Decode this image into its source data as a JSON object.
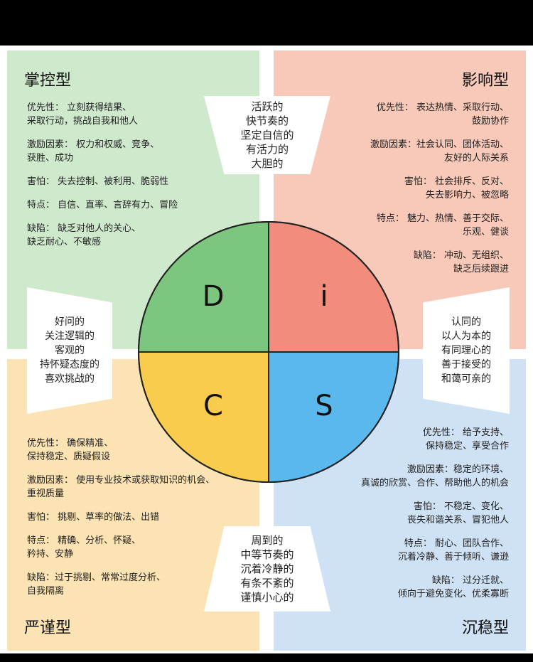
{
  "quadrants": {
    "d": {
      "title": "掌控型",
      "color": "#7cc67f",
      "blocks": [
        [
          "优先性： 立刻获得结果、",
          "采取行动，挑战自我和他人"
        ],
        [
          "激励因素： 权力和权威、竞争、",
          "获胜、成功"
        ],
        [
          "害怕： 失去控制、被利用、脆弱性"
        ],
        [
          "特点： 自信、直率、言辞有力、冒险"
        ],
        [
          "缺陷： 缺乏对他人的关心、",
          "缺乏耐心、不敏感"
        ]
      ]
    },
    "i": {
      "title": "影响型",
      "color": "#f28c7c",
      "blocks": [
        [
          "优先性： 表达热情、采取行动、",
          "鼓励协作"
        ],
        [
          "激励因素：社会认同、团体活动、",
          "友好的人际关系"
        ],
        [
          "害怕： 社会排斥、反对、",
          "失去影响力、被忽略"
        ],
        [
          "特点： 魅力、热情、善于交际、",
          "乐观、健谈"
        ],
        [
          "缺陷： 冲动、无组织、",
          "缺乏后续跟进"
        ]
      ]
    },
    "c": {
      "title": "严谨型",
      "color": "#f9cc4d",
      "blocks": [
        [
          "优先性： 确保精准、",
          "保持稳定、质疑假设"
        ],
        [
          "激励因素： 使用专业技术或获取知识的机会、",
          "重视质量"
        ],
        [
          "害怕： 挑剔、草率的做法、出错"
        ],
        [
          "特点： 精确、分析、怀疑、",
          "矜持、安静"
        ],
        [
          "缺陷：过于挑剔、常常过度分析、",
          "自我隔离"
        ]
      ]
    },
    "s": {
      "title": "沉稳型",
      "color": "#5bb8ec",
      "blocks": [
        [
          "优先性： 给予支持、",
          "保持稳定、享受合作"
        ],
        [
          "激励因素：稳定的环境、",
          "真诚的欣赏、合作、帮助他人的机会"
        ],
        [
          "害怕： 不稳定、变化、",
          "丧失和谐关系、冒犯他人"
        ],
        [
          "特点： 耐心、团队合作、",
          "沉着冷静、善于倾听、谦逊"
        ],
        [
          "缺陷： 过分迁就、",
          "倾向于避免变化、优柔寡断"
        ]
      ]
    }
  },
  "traits": {
    "top": [
      "活跃的",
      "快节奏的",
      "坚定自信的",
      "有活力的",
      "大胆的"
    ],
    "bottom": [
      "周到的",
      "中等节奏的",
      "沉着冷静的",
      "有条不紊的",
      "谨慎小心的"
    ],
    "left": [
      "好问的",
      "关注逻辑的",
      "客观的",
      "持怀疑态度的",
      "喜欢挑战的"
    ],
    "right": [
      "认同的",
      "以人为本的",
      "有同理心的",
      "善于接受的",
      "和蔼可亲的"
    ]
  },
  "letters": {
    "d": "D",
    "i": "i",
    "c": "C",
    "s": "S"
  }
}
